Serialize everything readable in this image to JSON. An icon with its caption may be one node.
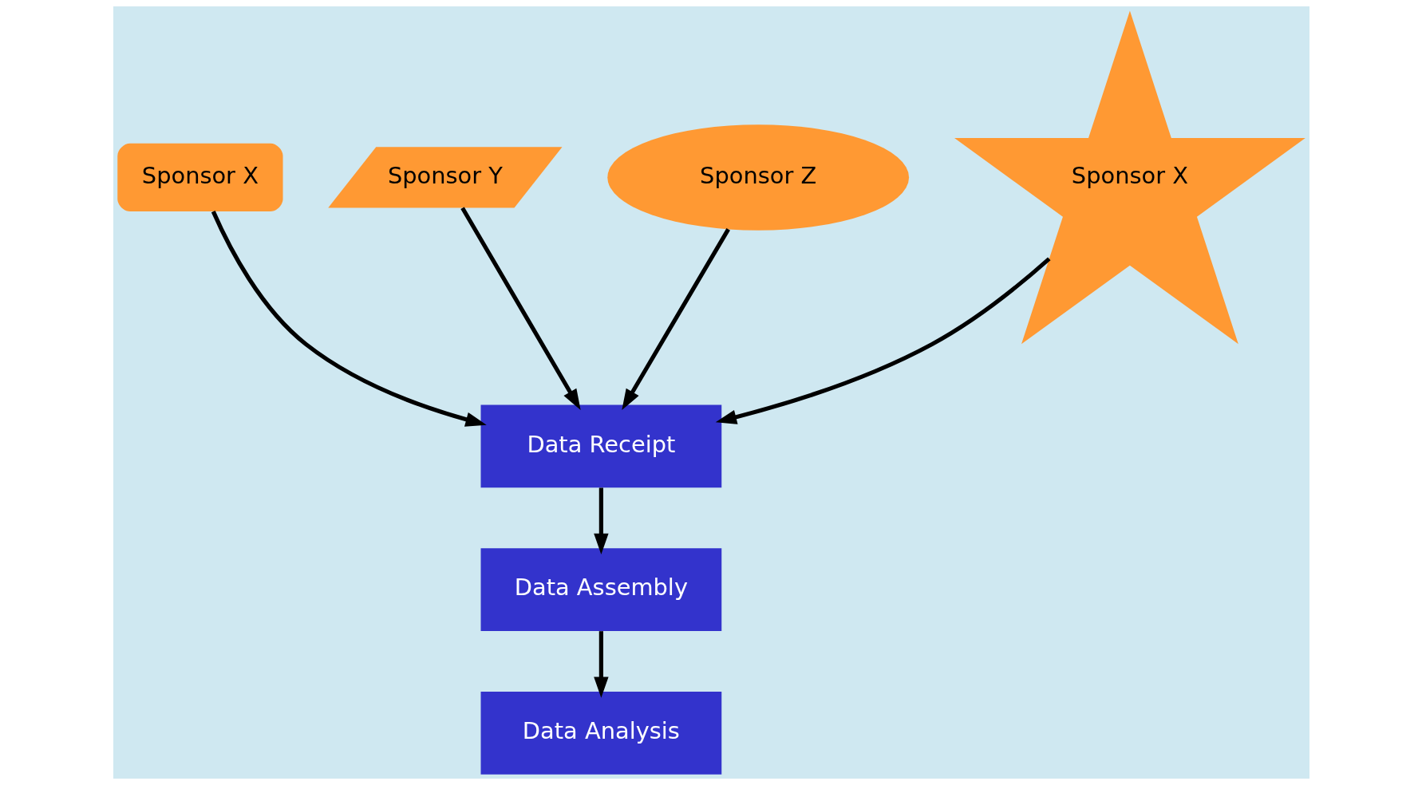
{
  "diagram": {
    "nodes": [
      {
        "text": [
          "Sponsor X"
        ]
      },
      {
        "text": [
          "Sponsor Y"
        ]
      },
      {
        "text": [
          "Sponsor Z"
        ]
      },
      {
        "text": [
          "Sponsor X"
        ]
      },
      {
        "text": [
          "Data Receipt"
        ]
      },
      {
        "text": [
          "Data Assembly"
        ]
      },
      {
        "text": [
          "Data Analysis"
        ]
      }
    ],
    "edges": [
      {
        "from": 3,
        "to": 4,
        "arrow": "to"
      },
      {
        "from": 0,
        "to": 4,
        "arrow": "to"
      },
      {
        "from": 1,
        "to": 4,
        "arrow": "to"
      },
      {
        "from": 2,
        "to": 4,
        "arrow": "to"
      },
      {
        "from": 4,
        "to": 5,
        "arrow": "to"
      },
      {
        "from": 5,
        "to": 6,
        "arrow": "to"
      }
    ]
  }
}
